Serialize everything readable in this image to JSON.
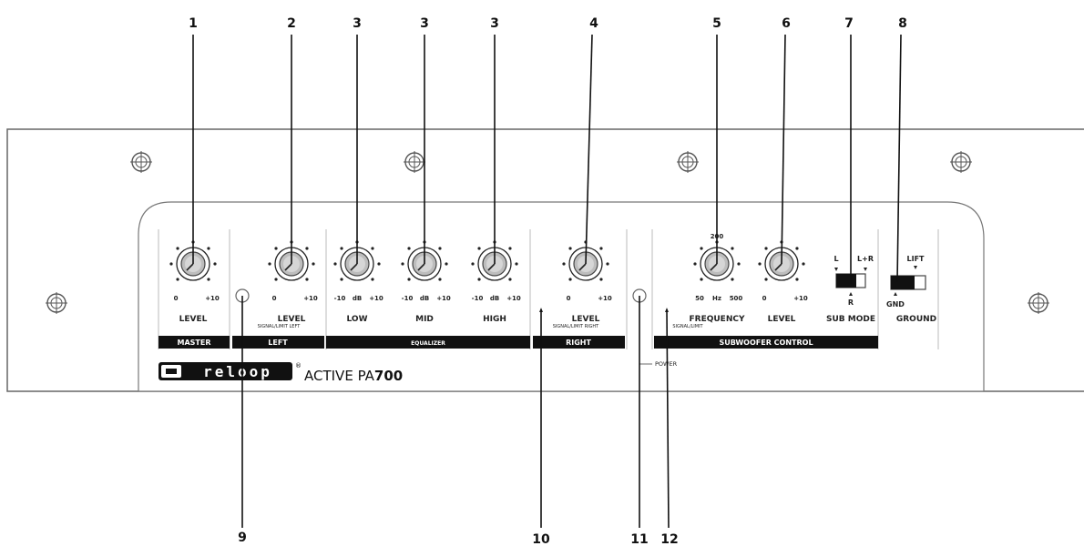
{
  "callouts": [
    "1",
    "2",
    "3",
    "3",
    "3",
    "4",
    "5",
    "6",
    "7",
    "8",
    "9",
    "10",
    "11",
    "12"
  ],
  "knobs": [
    {
      "scale_left": "0",
      "scale_mid": "",
      "scale_right": "+10",
      "label": "LEVEL"
    },
    {
      "scale_left": "0",
      "scale_mid": "",
      "scale_right": "+10",
      "label": "LEVEL"
    },
    {
      "scale_left": "-10",
      "scale_mid": "dB",
      "scale_right": "+10",
      "label": "LOW"
    },
    {
      "scale_left": "-10",
      "scale_mid": "dB",
      "scale_right": "+10",
      "label": "MID"
    },
    {
      "scale_left": "-10",
      "scale_mid": "dB",
      "scale_right": "+10",
      "label": "HIGH"
    },
    {
      "scale_left": "0",
      "scale_mid": "",
      "scale_right": "+10",
      "label": "LEVEL"
    },
    {
      "scale_left": "50",
      "scale_mid": "Hz",
      "scale_right": "500",
      "label": "FREQUENCY"
    },
    {
      "scale_left": "0",
      "scale_mid": "",
      "scale_right": "+10",
      "label": "LEVEL"
    }
  ],
  "signal_labels": {
    "left": "SIGNAL/LIMIT LEFT",
    "right": "SIGNAL/LIMIT RIGHT",
    "sub": "SIGNAL/LIMIT"
  },
  "freq_top_mark": "200",
  "sections": {
    "master": "MASTER",
    "left": "LEFT",
    "equalizer": "EQUALIZER",
    "right": "RIGHT",
    "sub": "SUBWOOFER CONTROL"
  },
  "sub_mode": {
    "l": "L",
    "lr": "L+R",
    "r": "R",
    "title": "SUB MODE"
  },
  "ground": {
    "lift": "LIFT",
    "gnd": "GND",
    "title": "GROUND"
  },
  "power_label": "POWER",
  "brand": {
    "logo": "reloop",
    "reg": "®",
    "model_prefix": "ACTIVE PA",
    "model_number": "700"
  }
}
